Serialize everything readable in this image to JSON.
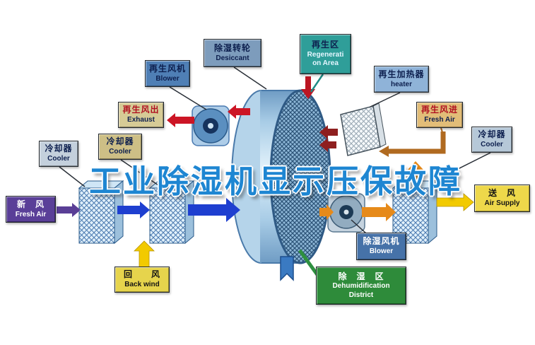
{
  "watermark": {
    "text": "工业除湿机显示压保故障"
  },
  "palette": {
    "watermark_blue": "#1e86d2",
    "fresh_air_purple": "#5a3f96",
    "process_blue": "#1e3fd0",
    "regen_red": "#cc1525",
    "heat_orange": "#e68a1a",
    "heat_brown": "#b06a20",
    "supply_yellow": "#f2ca00",
    "dehumid_green": "#2e8b3a",
    "wheel_blue": "#9cc2e0"
  },
  "labels": {
    "regen_blower": {
      "zh": "再生风机",
      "en": "Blower"
    },
    "desiccant": {
      "zh": "除湿转轮",
      "en": "Desiccant"
    },
    "regen_area": {
      "zh": "再生区",
      "en_line1": "Regenerati",
      "en_line2": "on Area"
    },
    "regen_heater": {
      "zh": "再生加热器",
      "en": "heater"
    },
    "exhaust": {
      "zh": "再生风出",
      "en": "Exhaust"
    },
    "regen_fresh_air": {
      "zh": "再生风进",
      "en": "Fresh Air"
    },
    "cooler_left_outer": {
      "zh": "冷却器",
      "en": "Cooler"
    },
    "cooler_left_inner": {
      "zh": "冷却器",
      "en": "Cooler"
    },
    "cooler_right": {
      "zh": "冷却器",
      "en": "Cooler"
    },
    "fresh_air": {
      "zh": "新　风",
      "en": "Fresh Air"
    },
    "back_wind": {
      "zh": "回　　风",
      "en": "Back wind"
    },
    "air_supply": {
      "zh": "送　风",
      "en": "Air Supply"
    },
    "dehumid_blower": {
      "zh": "除湿风机",
      "en": "Blower"
    },
    "dehumid_district": {
      "zh": "除　湿　区",
      "en_line1": "Dehumidification",
      "en_line2": "District"
    }
  }
}
